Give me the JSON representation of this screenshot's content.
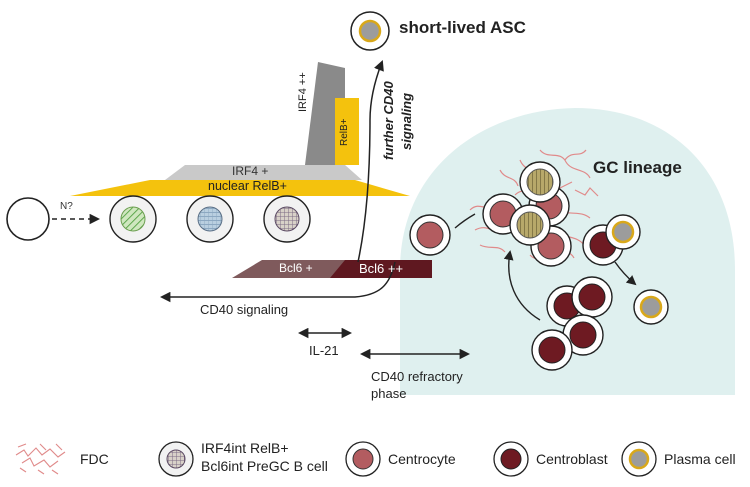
{
  "diagram": {
    "title_asc": "short-lived ASC",
    "gc_lineage": "GC lineage",
    "irf4_plus": "IRF4 +",
    "nuclear_relb": "nuclear RelB+",
    "irf4_plusplus": "IRF4 ++",
    "relb_plus": "RelB+",
    "further_cd40_line1": "further  CD40",
    "further_cd40_line2": "signaling",
    "bcl6_plus": "Bcl6 +",
    "bcl6_plusplus": "Bcl6 ++",
    "n_question": "N?",
    "cd40_signaling": "CD40 signaling",
    "il21": "IL-21",
    "cd40_refractory_line1": "CD40 refractory",
    "cd40_refractory_line2": "phase"
  },
  "legend": {
    "fdc": "FDC",
    "pregc_line1": "IRF4int RelB+",
    "pregc_line2": "Bcl6int PreGC B cell",
    "centrocyte": "Centrocyte",
    "centroblast": "Centroblast",
    "plasma_cell": "Plasma cell"
  },
  "colors": {
    "gc_background": "#dff0ef",
    "irf4_bar": "#c9c9c9",
    "relb_bar": "#f4c20d",
    "bcl6_light": "#7f5a5c",
    "bcl6_dark": "#5f1820",
    "centrocyte": "#b35c60",
    "centroblast": "#6e1a22",
    "plasma_ring": "#d9a81a",
    "fdc": "#e08a8a"
  }
}
